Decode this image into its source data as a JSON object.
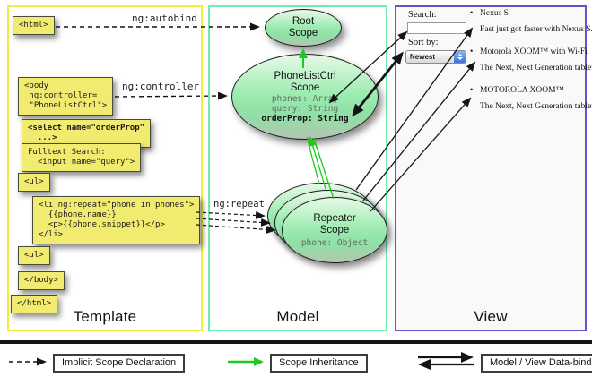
{
  "columns": {
    "template": {
      "label": "Template"
    },
    "model": {
      "label": "Model"
    },
    "view": {
      "label": "View"
    }
  },
  "template_code": {
    "html_open": "<html>",
    "body_open": "<body\n ng:controller=\n \"PhoneListCtrl\">",
    "select": "<select name=\"orderProp\"\n  ...>",
    "fulltext": "Fulltext Search:\n  <input name=\"query\">",
    "ul_open": "<ul>",
    "li_repeat": "<li ng:repeat=\"phone in phones\">\n  {{phone.name}}\n  <p>{{phone.snippet}}</p>\n</li>",
    "ul_close": "<ul>",
    "body_close": "</body>",
    "html_close": "</html>"
  },
  "arrow_labels": {
    "autobind": "ng:autobind",
    "controller": "ng:controller",
    "repeat": "ng:repeat"
  },
  "model_scopes": {
    "root": {
      "title": "Root\nScope"
    },
    "phone_list_ctrl": {
      "title": "PhoneListCtrl\nScope",
      "props": [
        "phones: Array",
        "query: String"
      ],
      "prop_bold": "orderProp: String"
    },
    "repeater": {
      "title": "Repeater\nScope",
      "prop": "phone: Object"
    }
  },
  "view": {
    "search_label": "Search:",
    "search_value": "",
    "sort_label": "Sort by:",
    "sort_value": "Newest",
    "bullet": "•",
    "items": [
      {
        "title": "Nexus S",
        "desc": "Fast just got faster with Nexus S."
      },
      {
        "title": "Motorola XOOM™ with Wi-Fi",
        "desc": "The Next, Next Generation tablet."
      },
      {
        "title": "MOTOROLA XOOM™",
        "desc": "The Next, Next Generation tablet."
      }
    ]
  },
  "legend": {
    "implicit": "Implicit Scope Declaration",
    "inheritance": "Scope Inheritance",
    "databinding": "Model / View Data-binding"
  },
  "colors": {
    "template_border": "#f0f03a",
    "model_border": "#6cecae",
    "view_border": "#6a52cf",
    "code_box": "#f1ec6f",
    "scope_green": "#9cebb0",
    "inheritance_green": "#1fc91f",
    "arrow_black": "#141414"
  }
}
